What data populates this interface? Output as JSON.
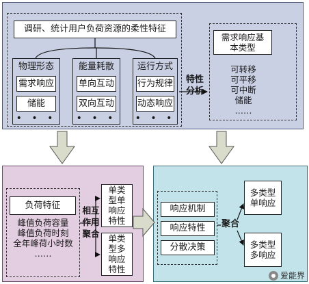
{
  "top": {
    "title": "调研、统计用户负荷资源的柔性特征",
    "col1": {
      "header": "物理形态",
      "items": [
        "需求响应",
        "储能"
      ],
      "more": "• • •"
    },
    "col2": {
      "header": "能量耗散",
      "items": [
        "单向互动",
        "双向互动"
      ],
      "more": "• • •"
    },
    "col3": {
      "header": "运行方式",
      "items": [
        "行为规律",
        "动态响应"
      ],
      "more": "• • •"
    },
    "arrow_label": [
      "特性",
      "分析"
    ],
    "right": {
      "box_title": [
        "需求响应基",
        "本类型"
      ],
      "items": [
        "可转移",
        "可平移",
        "可中断",
        "储能"
      ],
      "more": "……"
    }
  },
  "bottom_left": {
    "box_title": "负荷特征",
    "lines": [
      "峰值负荷容量",
      "峰值负荷时刻",
      "全年峰荷小时数"
    ],
    "more": "……",
    "interaction_label": [
      "相",
      "互",
      "作",
      "用",
      "聚",
      "合"
    ],
    "type_single": [
      "单类",
      "型单",
      "响应",
      "特性"
    ],
    "type_multi": [
      "单类",
      "型多",
      "响应",
      "特性"
    ]
  },
  "bottom_right": {
    "items": [
      "响应机制",
      "响应特性",
      "分散决策"
    ],
    "aggregate_label": "聚合",
    "out_single": [
      "多类型",
      "单响应"
    ],
    "out_multi": [
      "多类型",
      "多响应"
    ]
  },
  "watermark": "爱能界",
  "colors": {
    "top_panel": "#c9d0e4",
    "bottom_left_panel": "#e3cde0",
    "bottom_right_panel": "#c3e3ea",
    "arrow_fill": "#d9dccb"
  }
}
